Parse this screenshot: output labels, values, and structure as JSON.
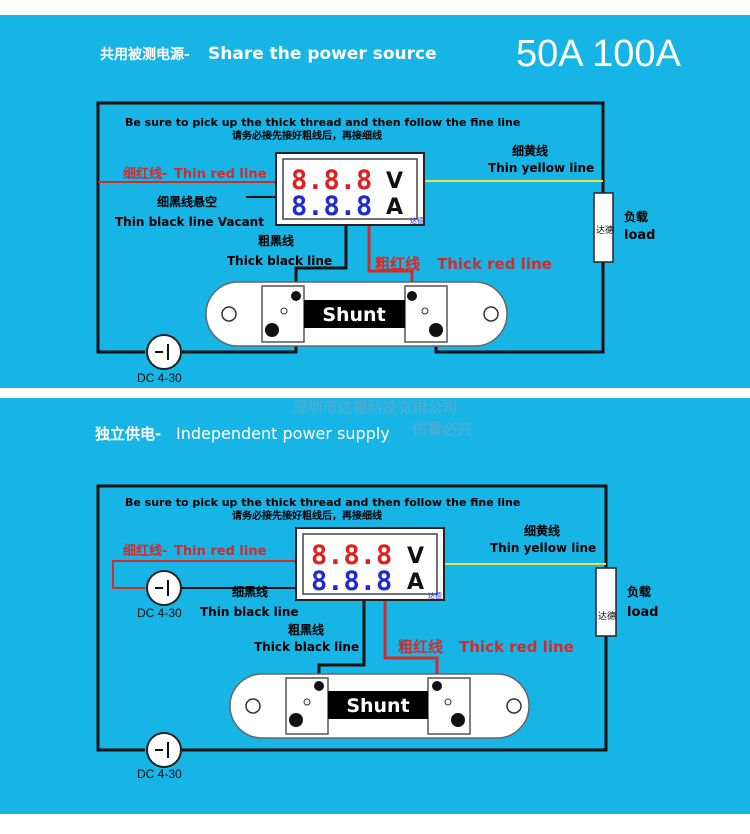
{
  "colors": {
    "background": "#17b4e6",
    "wire_black": "#111111",
    "wire_red": "#d42a2a",
    "wire_yellow": "#e9e24a",
    "volt_digits": "#e0201e",
    "amp_digits": "#1e2ad6",
    "shunt_plate": "#ffffff",
    "shunt_body": "#000000"
  },
  "top": {
    "heading_cn": "共用被测电源-",
    "heading_en": "Share the power source",
    "badge": "50A 100A",
    "instruction_en": "Be sure to pick up the thick thread and then follow the fine line",
    "instruction_cn": "请务必接先接好粗线后，再接细线",
    "thin_red_cn": "细红线-",
    "thin_red_en": "Thin red line",
    "thin_black_cn": "细黑线悬空",
    "thin_black_en": "Thin black line Vacant",
    "thick_black_cn": "粗黑线",
    "thick_black_en": "Thick black line",
    "thick_red_cn": "粗红线",
    "thick_red_en": "Thick red line",
    "thin_yellow_cn": "细黄线",
    "thin_yellow_en": "Thin yellow line",
    "load_cn": "负载",
    "load_en": "load",
    "load_box": "达德",
    "display_volt": "8.8.8",
    "display_amp": "8.8.8",
    "unit_v": "V",
    "unit_a": "A",
    "display_tag": "达德",
    "shunt_label": "Shunt",
    "power_label": "DC 4-30"
  },
  "bottom": {
    "heading_cn": "独立供电-",
    "heading_en": "Independent power supply",
    "watermark_1": "深圳市达德科技有限公司",
    "watermark_2": "仿冒必究",
    "instruction_en": "Be sure to pick up the thick thread and then follow the fine line",
    "instruction_cn": "请务必接先接好粗线后，再接细线",
    "thin_red_cn": "细红线-",
    "thin_red_en": "Thin red line",
    "thin_black_cn": "细黑线",
    "thin_black_en": "Thin black line",
    "thick_black_cn": "粗黑线",
    "thick_black_en": "Thick black line",
    "thick_red_cn": "粗红线",
    "thick_red_en": "Thick red line",
    "thin_yellow_cn": "细黄线",
    "thin_yellow_en": "Thin yellow line",
    "load_cn": "负载",
    "load_en": "load",
    "load_box": "达德",
    "display_volt": "8.8.8",
    "display_amp": "8.8.8",
    "unit_v": "V",
    "unit_a": "A",
    "display_tag": "达德",
    "shunt_label": "Shunt",
    "power_top_label": "DC 4-30",
    "power_bottom_label": "DC 4-30"
  }
}
